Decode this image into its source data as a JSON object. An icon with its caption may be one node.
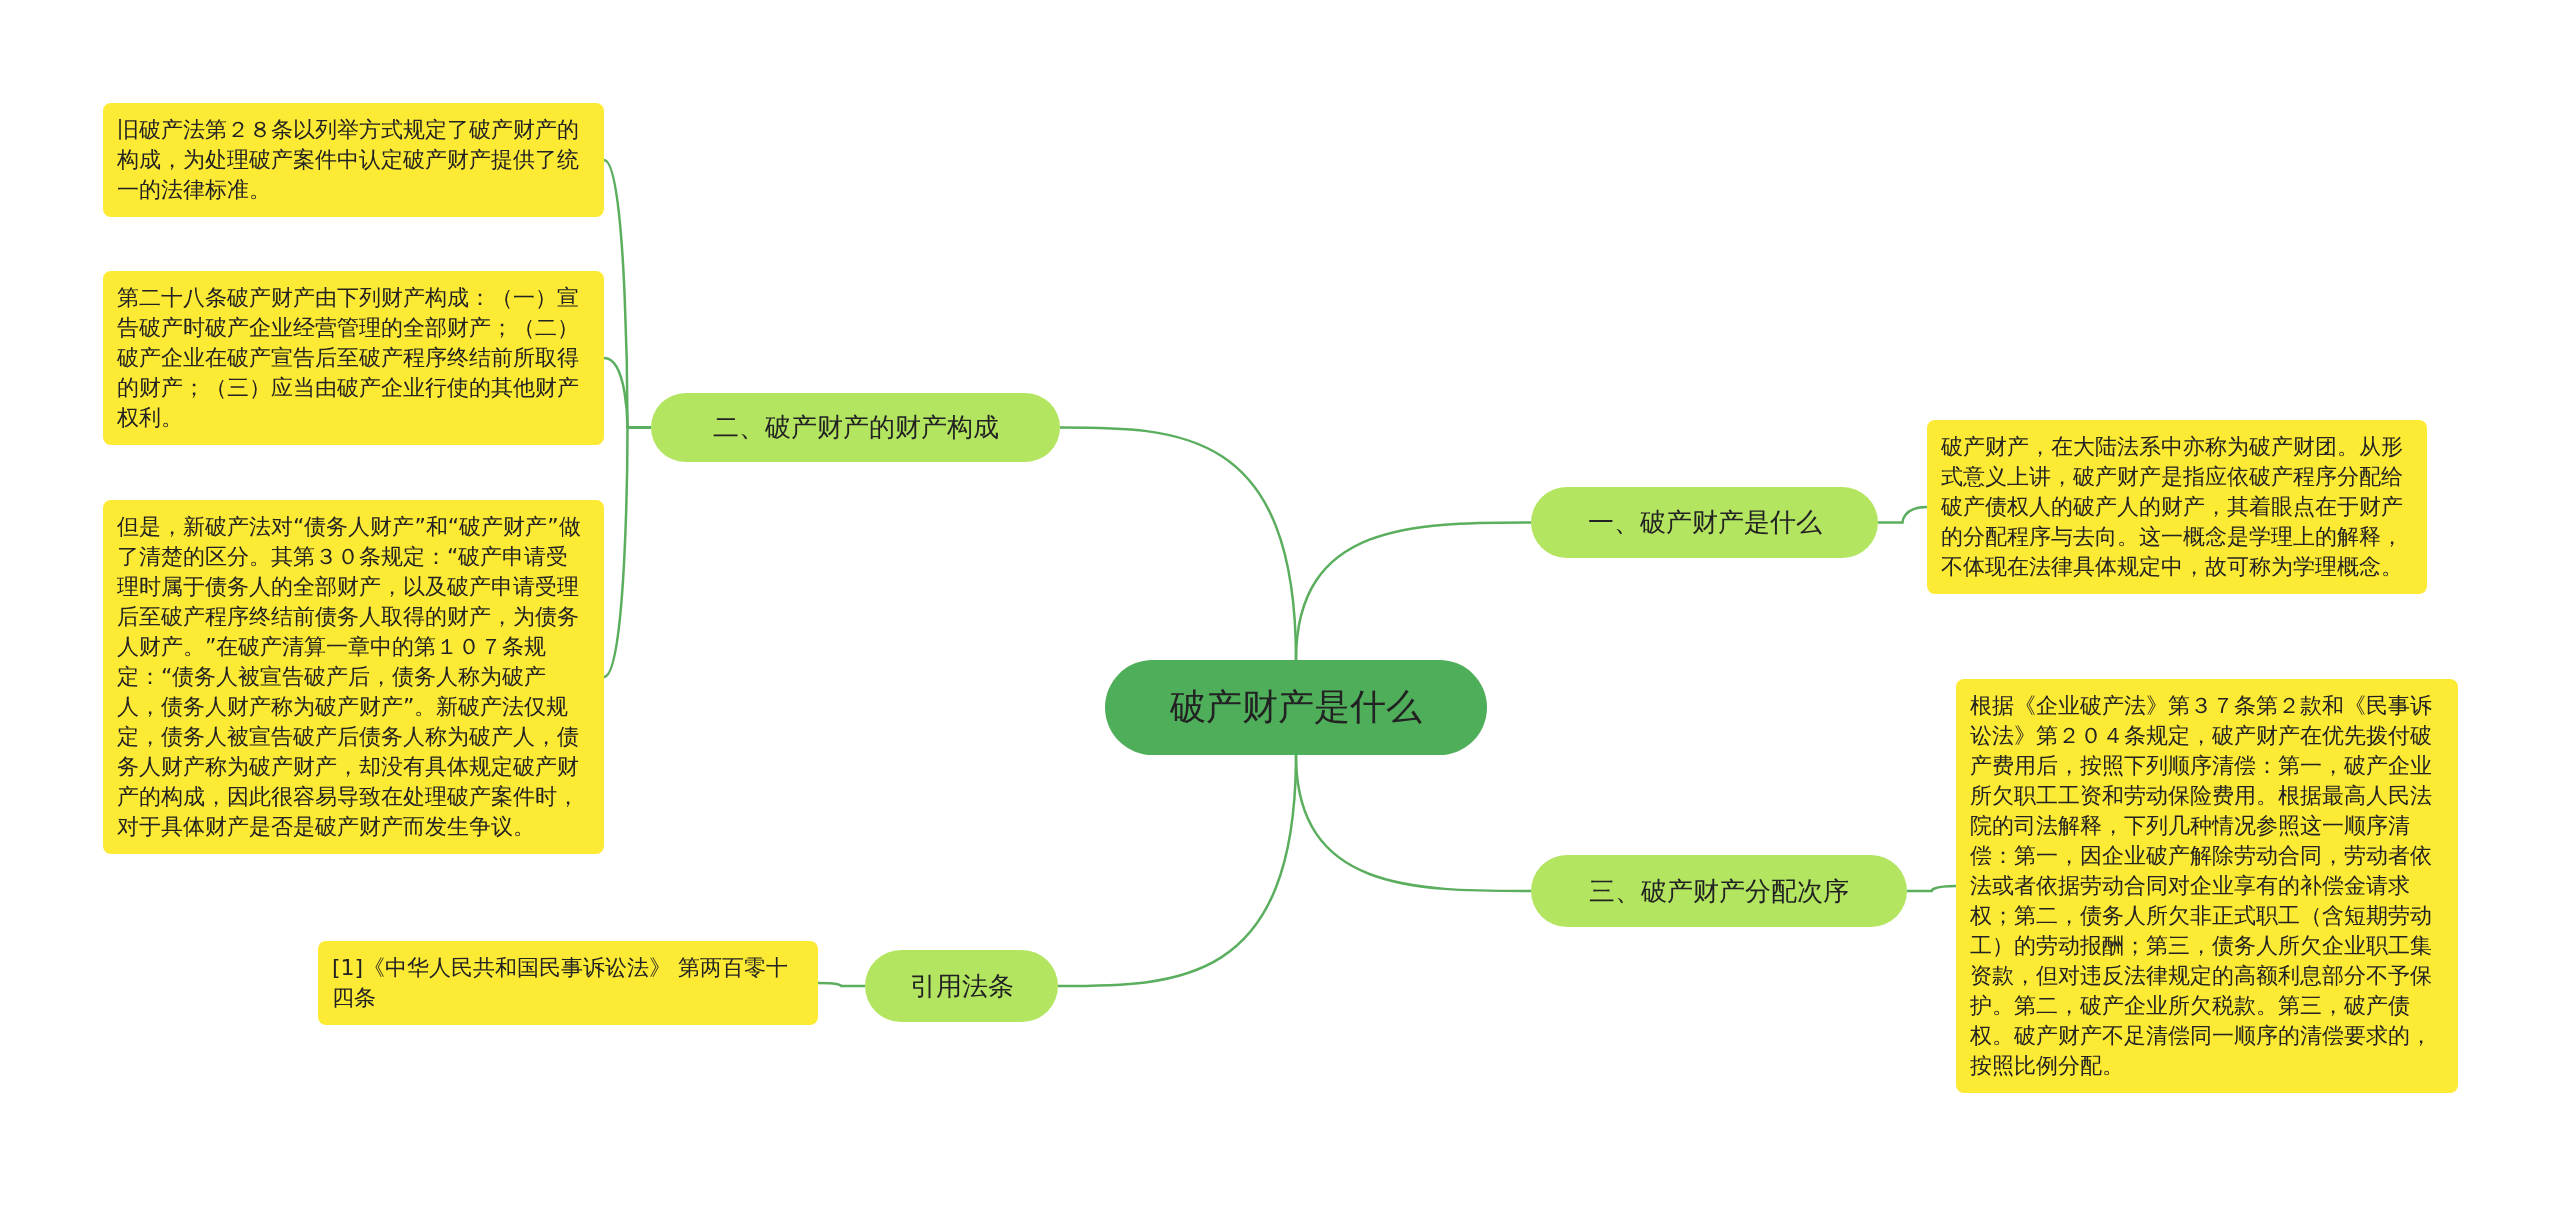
{
  "diagram": {
    "nodes": [
      {
        "text": [
          "破产财产是什么"
        ]
      },
      {
        "text": [
          "二、破产财产的财产构成"
        ]
      },
      {
        "text": [
          "旧破产法第２８条以列举方式规定了破产财产的构成，为处理破产案件中认定破产财产提供了统一的法律标准。"
        ]
      },
      {
        "text": [
          "第二十八条破产财产由下列财产构成：（一）宣告破产时破产企业经营管理的全部财产；（二）破产企业在破产宣告后至破产程序终结前所取得的财产；（三）应当由破产企业行使的其他财产权利。"
        ]
      },
      {
        "text": [
          "但是，新破产法对“债务人财产”和“破产财产”做了清楚的区分。其第３０条规定：“破产申请受理时属于债务人的全部财产，以及破产申请受理后至破产程序终结前债务人取得的财产，为债务人财产。”在破产清算一章中的第１０７条规定：“债务人被宣告破产后，债务人称为破产人，债务人财产称为破产财产”。新破产法仅规定，债务人被宣告破产后债务人称为破产人，债务人财产称为破产财产，却没有具体规定破产财产的构成，因此很容易导致在处理破产案件时，对于具体财产是否是破产财产而发生争议。"
        ]
      },
      {
        "text": [
          "一、破产财产是什么"
        ]
      },
      {
        "text": [
          "破产财产，在大陆法系中亦称为破产财团。从形式意义上讲，破产财产是指应依破产程序分配给破产债权人的破产人的财产，其着眼点在于财产的分配程序与去向。这一概念是学理上的解释，不体现在法律具体规定中，故可称为学理概念。"
        ]
      },
      {
        "text": [
          "三、破产财产分配次序"
        ]
      },
      {
        "text": [
          "根据《企业破产法》第３７条第２款和《民事诉讼法》第２０４条规定，破产财产在优先拨付破产费用后，按照下列顺序清偿：第一，破产企业所欠职工工资和劳动保险费用。根据最高人民法院的司法解释，下列几种情况参照这一顺序清偿：第一，因企业破产解除劳动合同，劳动者依法或者依据劳动合同对企业享有的补偿金请求权；第二，债务人所欠非正式职工（含短期劳动工）的劳动报酬；第三，债务人所欠企业职工集资款，但对违反法律规定的高额利息部分不予保护。第二，破产企业所欠税款。第三，破产债权。破产财产不足清偿同一顺序的清偿要求的，按照比例分配。"
        ]
      },
      {
        "text": [
          "引用法条"
        ]
      },
      {
        "text": [
          "[1]《中华人民共和国民事诉讼法》 第两百零十四条"
        ]
      }
    ],
    "edges": [
      {
        "from": 0,
        "to": 1,
        "arrow": "none"
      },
      {
        "from": 1,
        "to": 2,
        "arrow": "none"
      },
      {
        "from": 1,
        "to": 3,
        "arrow": "none"
      },
      {
        "from": 1,
        "to": 4,
        "arrow": "none"
      },
      {
        "from": 0,
        "to": 5,
        "arrow": "none"
      },
      {
        "from": 5,
        "to": 6,
        "arrow": "none"
      },
      {
        "from": 0,
        "to": 7,
        "arrow": "none"
      },
      {
        "from": 7,
        "to": 8,
        "arrow": "none"
      },
      {
        "from": 0,
        "to": 9,
        "arrow": "none"
      },
      {
        "from": 9,
        "to": 10,
        "arrow": "none"
      }
    ]
  }
}
